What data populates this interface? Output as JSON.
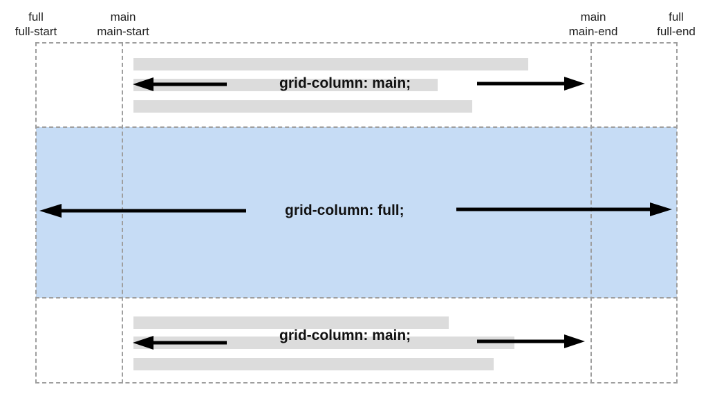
{
  "line_labels": {
    "full_start": {
      "name": "full",
      "line": "full-start"
    },
    "main_start": {
      "name": "main",
      "line": "main-start"
    },
    "main_end": {
      "name": "main",
      "line": "main-end"
    },
    "full_end": {
      "name": "full",
      "line": "full-end"
    }
  },
  "rows": {
    "top": {
      "caption": "grid-column: main;"
    },
    "middle": {
      "caption": "grid-column: full;"
    },
    "bottom": {
      "caption": "grid-column: main;"
    }
  },
  "colors": {
    "band": "#c6dcf5",
    "placeholder_bar": "#dcdcdc",
    "grid_line": "#9e9e9e",
    "arrow": "#000000"
  }
}
